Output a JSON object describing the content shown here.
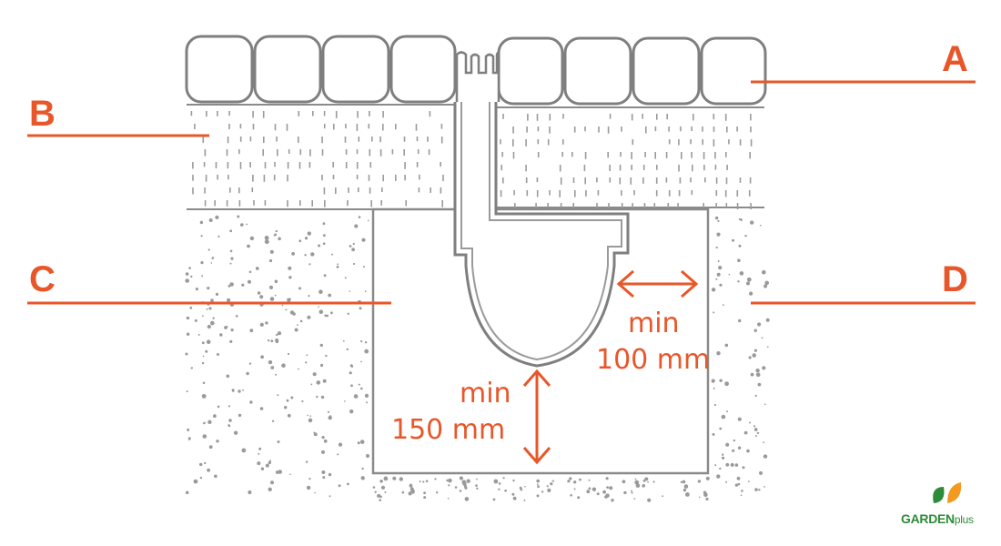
{
  "labels": {
    "a": "A",
    "b": "B",
    "c": "C",
    "d": "D"
  },
  "dimensions": {
    "side_min": "min",
    "side_value": "100 mm",
    "bottom_min": "min",
    "bottom_value": "150 mm"
  },
  "logo": {
    "brand_main": "GARDEN",
    "brand_suffix": "plus"
  },
  "colors": {
    "accent": "#e8572a",
    "line": "#8a8a8a",
    "dots": "#9a9a9a",
    "logo_green": "#2e8b3a",
    "logo_orange": "#f29a1f"
  }
}
